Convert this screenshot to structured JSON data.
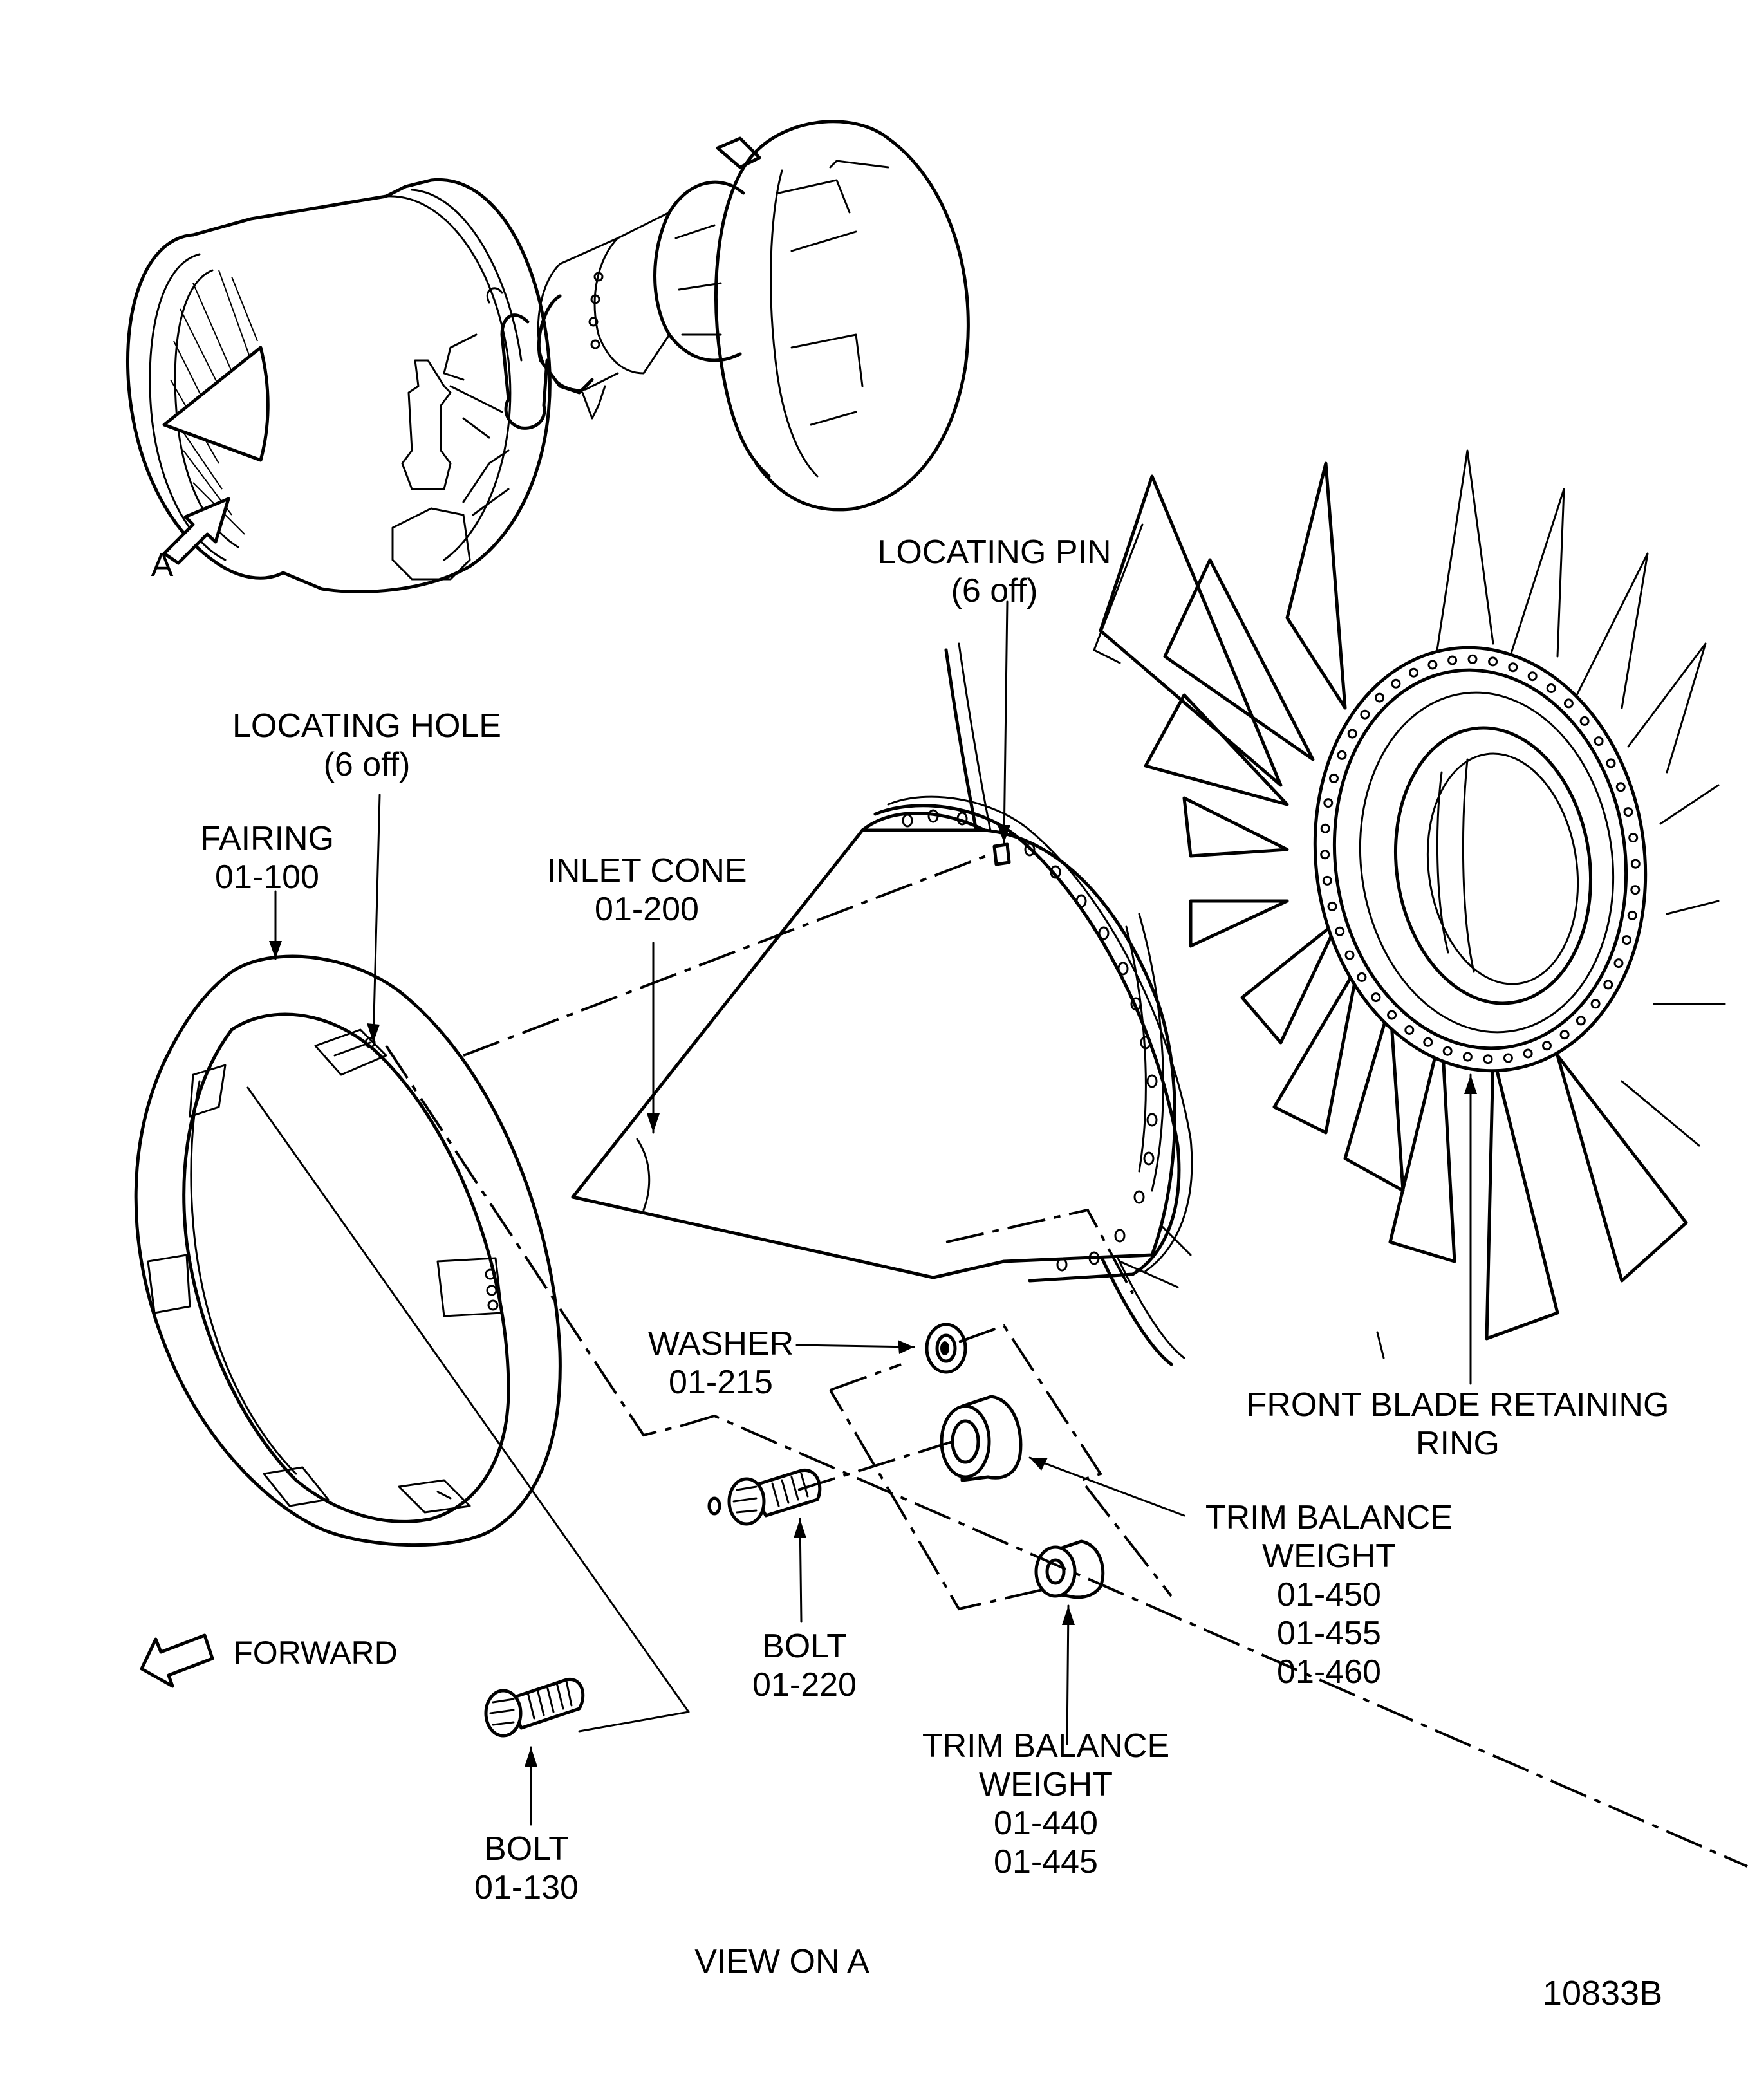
{
  "figure": {
    "drawing_number": "10833B",
    "view_caption": "VIEW ON A",
    "view_marker": "A",
    "direction_label": "FORWARD"
  },
  "callouts": {
    "locating_pin": {
      "name": "LOCATING PIN",
      "qty": "(6 off)"
    },
    "locating_hole": {
      "name": "LOCATING HOLE",
      "qty": "(6 off)"
    },
    "fairing": {
      "name": "FAIRING",
      "part_numbers": [
        "01-100"
      ]
    },
    "inlet_cone": {
      "name": "INLET CONE",
      "part_numbers": [
        "01-200"
      ]
    },
    "front_blade_retaining_ring": {
      "name_line1": "FRONT BLADE RETAINING",
      "name_line2": "RING"
    },
    "washer": {
      "name": "WASHER",
      "part_numbers": [
        "01-215"
      ]
    },
    "bolt_cone": {
      "name": "BOLT",
      "part_numbers": [
        "01-220"
      ]
    },
    "trim_balance_weight_large": {
      "name_line1": "TRIM BALANCE",
      "name_line2": "WEIGHT",
      "part_numbers": [
        "01-450",
        "01-455",
        "01-460"
      ]
    },
    "trim_balance_weight_small": {
      "name_line1": "TRIM BALANCE",
      "name_line2": "WEIGHT",
      "part_numbers": [
        "01-440",
        "01-445"
      ]
    },
    "bolt_fairing": {
      "name": "BOLT",
      "part_numbers": [
        "01-130"
      ]
    }
  }
}
